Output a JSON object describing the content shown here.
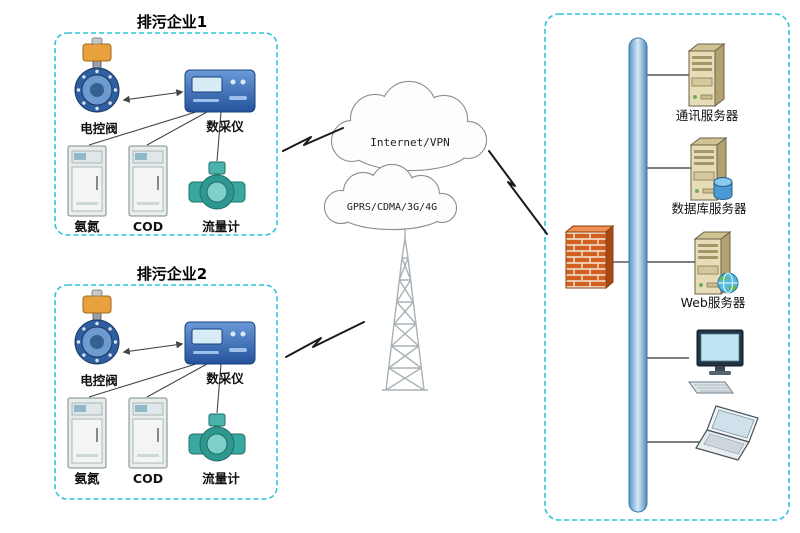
{
  "enterprise1": {
    "title": "排污企业1",
    "labels": {
      "valve": "电控阀",
      "collector": "数采仪",
      "ammonia": "氨氮",
      "cod": "COD",
      "flowmeter": "流量计"
    }
  },
  "enterprise2": {
    "title": "排污企业2",
    "labels": {
      "valve": "电控阀",
      "collector": "数采仪",
      "ammonia": "氨氮",
      "cod": "COD",
      "flowmeter": "流量计"
    }
  },
  "network": {
    "cloud_internet": "Internet/VPN",
    "cloud_gprs": "GPRS/CDMA/3G/4G"
  },
  "monitoring_center": {
    "comm_server": "通讯服务器",
    "db_server": "数据库服务器",
    "web_server": "Web服务器"
  },
  "colors": {
    "box_border_cyan": "#2fc3da",
    "bus_blue": "#4e8ec0",
    "firewall_brick_orange": "#d2601f",
    "collector_blue": "#25529c",
    "flowmeter_teal": "#2e9890",
    "valve_body_blue": "#2f5f9e",
    "valve_actuator_yellow": "#e8a13c",
    "server_tan": "#e6dcb8",
    "cloud_outline_gray": "#8f8f8f"
  }
}
